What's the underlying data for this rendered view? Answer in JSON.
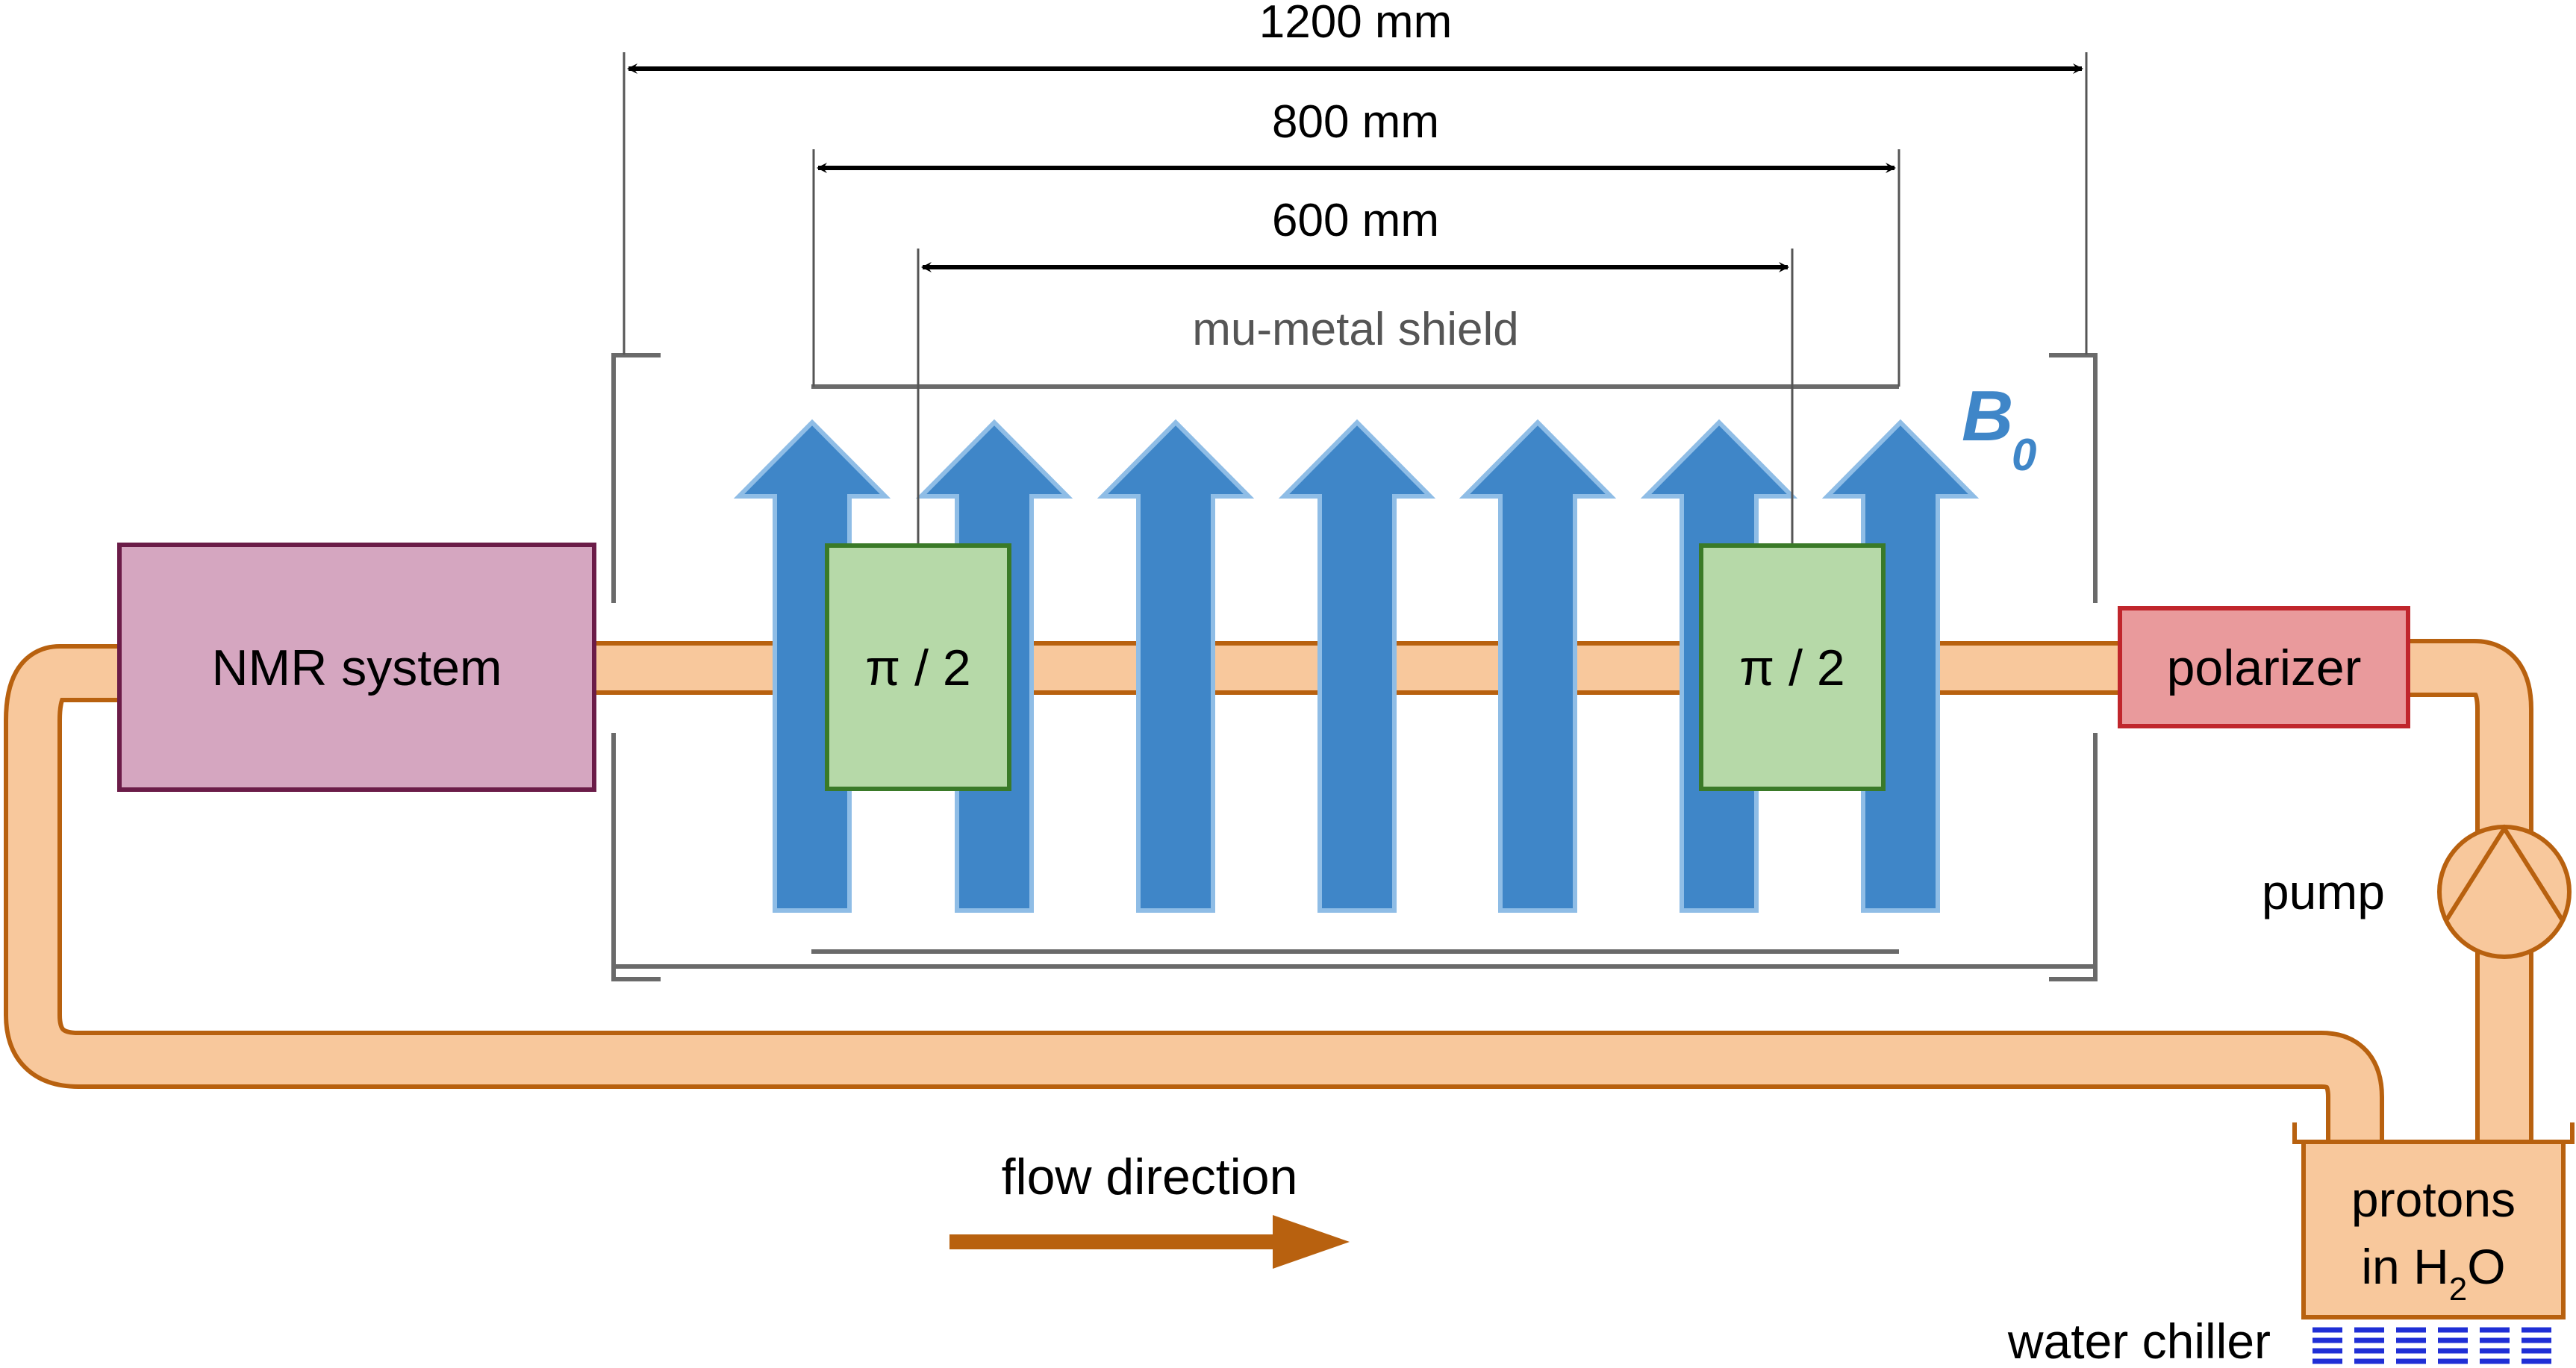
{
  "dimensions": {
    "outer": "1200 mm",
    "middle": "800 mm",
    "inner": "600 mm"
  },
  "shield": {
    "label": "mu-metal shield"
  },
  "field": {
    "symbol": "B",
    "subscript": "0"
  },
  "components": {
    "nmr": "NMR system",
    "flipper_left": "π / 2",
    "flipper_right": "π / 2",
    "polarizer": "polarizer",
    "pump": "pump",
    "reservoir_line1": "protons",
    "reservoir_line2_prefix": "in H",
    "reservoir_line2_sub": "2",
    "reservoir_line2_suffix": "O",
    "chiller": "water chiller",
    "flow": "flow direction"
  },
  "colors": {
    "pipe_fill": "#f8c89c",
    "pipe_stroke": "#b8610f",
    "field_arrow": "#3f86c8",
    "field_arrow_edge": "#8fbde6",
    "nmr_fill": "#d5a6c0",
    "nmr_stroke": "#6b1c48",
    "flipper_fill": "#b6d9a8",
    "flipper_stroke": "#3a7a28",
    "polarizer_fill": "#e99a9c",
    "polarizer_stroke": "#c0262c",
    "shield_stroke": "#6a6a6a",
    "chiller_lines": "#1f2fd6"
  }
}
